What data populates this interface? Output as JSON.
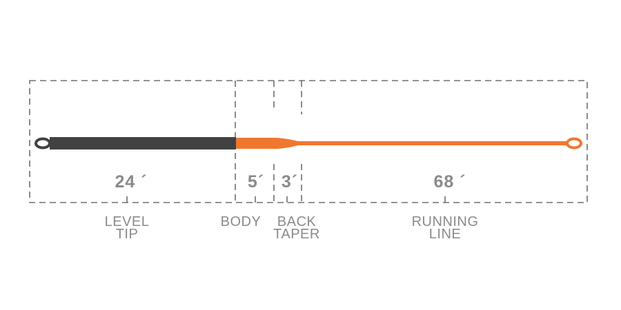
{
  "colors": {
    "background": "#ffffff",
    "guide_lines": "#6e6e6e",
    "label_text": "#8a8a8a",
    "level_tip": "#3f4142",
    "line_orange": "#f0772f"
  },
  "segments": [
    {
      "key": "level_tip",
      "length": "24 ´",
      "name_lines": [
        "LEVEL",
        "TIP"
      ]
    },
    {
      "key": "body",
      "length": "5´",
      "name_lines": [
        "BODY"
      ]
    },
    {
      "key": "back_taper",
      "length": "3´",
      "name_lines": [
        "BACK",
        "TAPER"
      ]
    },
    {
      "key": "running_line",
      "length": "68 ´",
      "name_lines": [
        "RUNNING",
        "LINE"
      ]
    }
  ]
}
